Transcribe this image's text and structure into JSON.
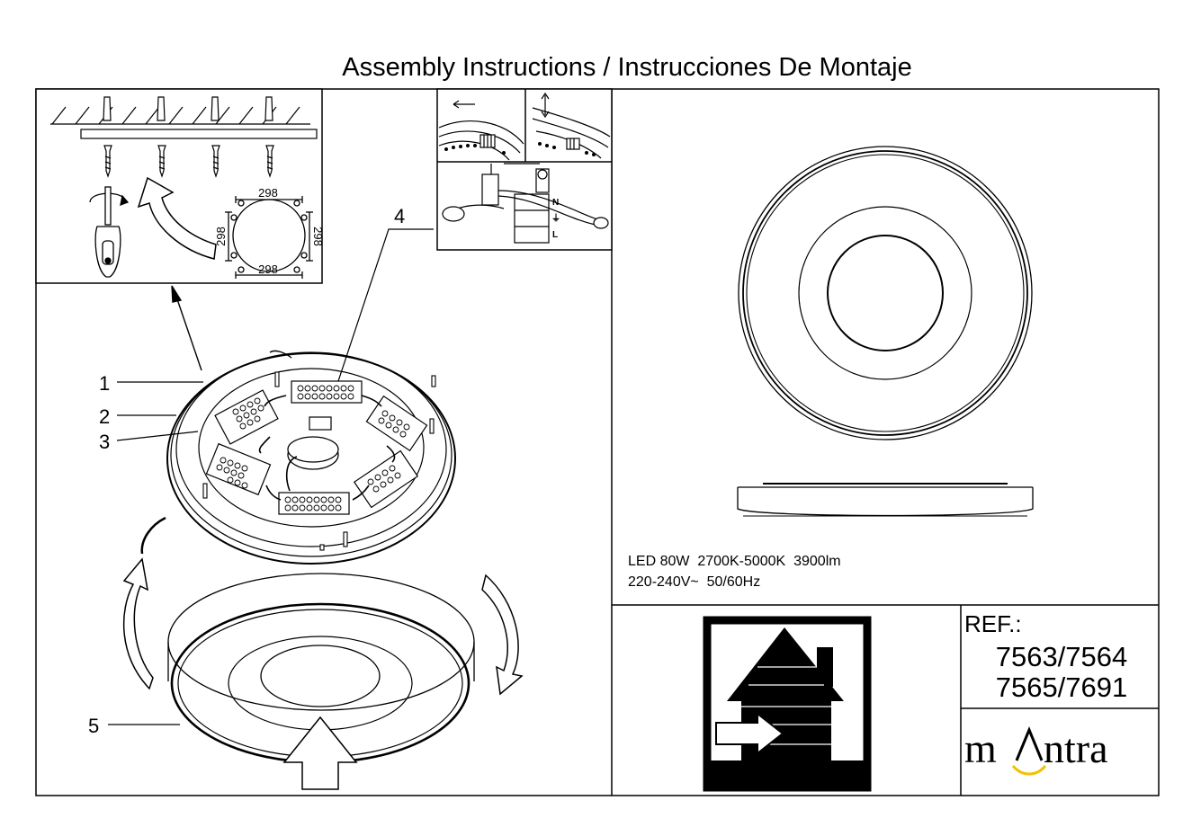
{
  "title": "Assembly Instructions / Instrucciones De Montaje",
  "callouts": {
    "one": "1",
    "two": "2",
    "three": "3",
    "four": "4",
    "five": "5"
  },
  "dimensions": {
    "top": "298",
    "bottom": "298",
    "left": "298",
    "right": "298"
  },
  "terminals": {
    "n": "N",
    "e": "⏚",
    "l": "L"
  },
  "specs": {
    "line1": "LED 80W  2700K-5000K  3900lm",
    "line2": "220-240V~  50/60Hz"
  },
  "reference": {
    "label": "REF.:",
    "codes_line1": "7563/7564",
    "codes_line2": "7565/7691"
  },
  "brand": {
    "logo": "mantra"
  }
}
